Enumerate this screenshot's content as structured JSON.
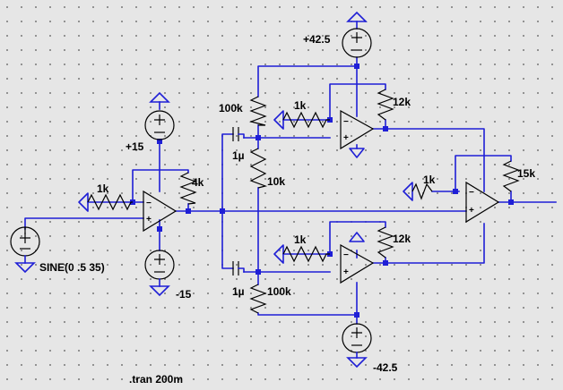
{
  "components": {
    "v_in": {
      "value": "SINE(0 .5 35)"
    },
    "v_pos15": {
      "value": "+15"
    },
    "v_neg15": {
      "value": "-15"
    },
    "v_pos42": {
      "value": "+42.5"
    },
    "v_neg42": {
      "value": "-42.5"
    },
    "r_in1": {
      "value": "1k"
    },
    "r_fb1": {
      "value": "4k"
    },
    "r_bias_top": {
      "value": "100k"
    },
    "r_bias_mid": {
      "value": "10k"
    },
    "r_bias_bot": {
      "value": "100k"
    },
    "c_top": {
      "value": "1µ"
    },
    "c_bot": {
      "value": "1µ"
    },
    "r_in_top": {
      "value": "1k"
    },
    "r_fb_top": {
      "value": "12k"
    },
    "r_in_bot": {
      "value": "1k"
    },
    "r_fb_bot": {
      "value": "12k"
    },
    "r_in_out": {
      "value": "1k"
    },
    "r_fb_out": {
      "value": "15k"
    }
  },
  "directive": ".tran 200m",
  "colors": {
    "wire": "#1f1fd6",
    "symbol": "#000000",
    "background": "#e6e6e6",
    "grid": "#7a7a7a"
  }
}
